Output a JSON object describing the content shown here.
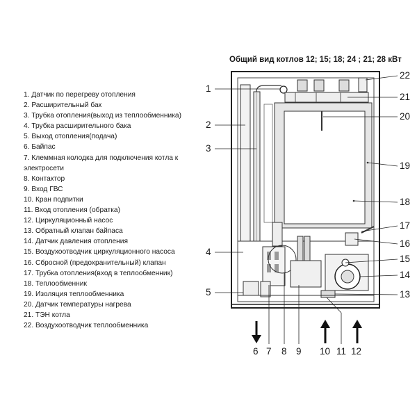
{
  "title": "Общий вид котлов 12; 15; 18; 24 ; 21; 28 кВт",
  "legend": [
    "1. Датчик по перегреву отопления",
    "2. Расширительный бак",
    "3. Трубка отопления(выход из теплообменника)",
    "4. Трубка расширительного бака",
    "5. Выход отопления(подача)",
    "6. Байпас",
    "7. Клеммная колодка для подключения котла к электросети",
    "8. Контактор",
    "9. Вход ГВС",
    "10. Кран подпитки",
    "11. Вход отопления (обратка)",
    "12. Циркуляционный насос",
    "13. Обратный клапан байпаса",
    "14. Датчик давления отопления",
    "15. Воздухоотводчик циркуляционного насоса",
    "16. Сбросной (предохранительный) клапан",
    "17. Трубка отопления(вход в теплообменник)",
    "18. Теплообменник",
    "19. Изоляция теплообменника",
    "20. Датчик температуры нагрева",
    "21. ТЭН котла",
    "22. Воздухоотводчик теплообменника"
  ],
  "callouts": {
    "left": [
      "1",
      "2",
      "3",
      "4",
      "5"
    ],
    "right": [
      "22",
      "21",
      "20",
      "19",
      "18",
      "17",
      "16",
      "15",
      "14",
      "13"
    ],
    "bottom": [
      "6",
      "7",
      "8",
      "9",
      "10",
      "11",
      "12"
    ]
  },
  "colors": {
    "line": "#222222",
    "pipe": "#9a9a9a",
    "panel": "#f2f2f2",
    "insulation": "#e6e6e6"
  }
}
